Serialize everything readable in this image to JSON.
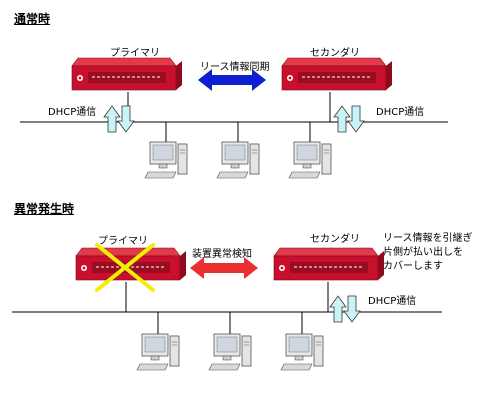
{
  "normal": {
    "title": "通常時",
    "primary_label": "プライマリ",
    "secondary_label": "セカンダリ",
    "sync_label": "リース情報同期",
    "dhcp_left": "DHCP通信",
    "dhcp_right": "DHCP通信"
  },
  "failure": {
    "title": "異常発生時",
    "primary_label": "プライマリ",
    "secondary_label": "セカンダリ",
    "detect_label": "装置異常検知",
    "dhcp_right": "DHCP通信",
    "note_lines": [
      "リース情報を引継ぎ",
      "片側が払い出しを",
      "カバーします"
    ]
  },
  "colors": {
    "router_red": "#c8102e",
    "sync_arrow": "#1020d0",
    "detect_arrow": "#e83030",
    "dhcp_arrow": "#c8f4f8",
    "fail_cross": "#f0f000"
  }
}
